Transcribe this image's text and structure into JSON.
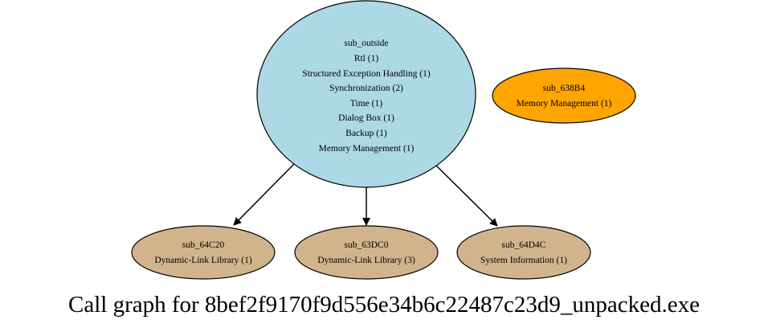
{
  "graph": {
    "title": "Call graph for 8bef2f9170f9d556e34b6c22487c23d9_unpacked.exe",
    "nodes": [
      {
        "id": "sub_outside",
        "color": "#add8e6",
        "lines": [
          "sub_outside",
          "Rtl (1)",
          "Structured Exception Handling (1)",
          "Synchronization (2)",
          "Time (1)",
          "Dialog Box (1)",
          "Backup (1)",
          "Memory Management (1)"
        ]
      },
      {
        "id": "sub_638B4",
        "color": "#ffa500",
        "lines": [
          "sub_638B4",
          "Memory Management (1)"
        ]
      },
      {
        "id": "sub_64C20",
        "color": "#d2b48c",
        "lines": [
          "sub_64C20",
          "Dynamic-Link Library (1)"
        ]
      },
      {
        "id": "sub_63DC0",
        "color": "#d2b48c",
        "lines": [
          "sub_63DC0",
          "Dynamic-Link Library (3)"
        ]
      },
      {
        "id": "sub_64D4C",
        "color": "#d2b48c",
        "lines": [
          "sub_64D4C",
          "System Information (1)"
        ]
      }
    ],
    "edges": [
      {
        "from": "sub_outside",
        "to": "sub_64C20"
      },
      {
        "from": "sub_outside",
        "to": "sub_63DC0"
      },
      {
        "from": "sub_outside",
        "to": "sub_64D4C"
      }
    ]
  }
}
